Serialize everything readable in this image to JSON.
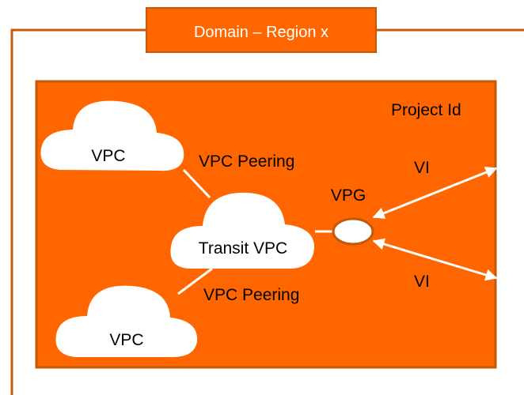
{
  "domain_title": "Domain – Region x",
  "project": {
    "label": "Project Id"
  },
  "nodes": {
    "vpc_top": "VPC",
    "vpc_bottom": "VPC",
    "transit_vpc": "Transit VPC",
    "vpg": "VPG"
  },
  "links": {
    "peering_top": "VPC Peering",
    "peering_bottom": "VPC Peering",
    "vi_top": "VI",
    "vi_bottom": "VI"
  },
  "colors": {
    "orange_fill": "#FF6600",
    "border_brown": "#C0590A",
    "domain_line": "#C55A11",
    "cloud_white": "#FFFFFF",
    "text_black": "#000000"
  }
}
